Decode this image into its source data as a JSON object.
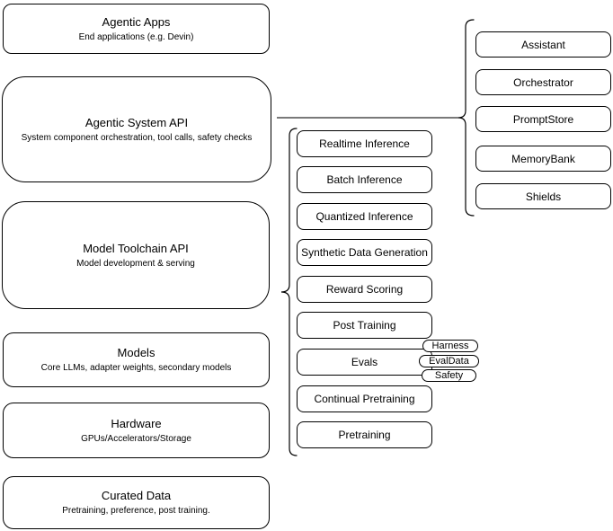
{
  "colors": {
    "shape_stroke": "#000000",
    "connector_line": "#4d4d4d",
    "background": "#ffffff",
    "text": "#000000"
  },
  "left_column": [
    {
      "title": "Agentic Apps",
      "subtitle": "End applications (e.g. Devin)"
    },
    {
      "title": "Agentic System API",
      "subtitle": "System component orchestration, tool calls, safety checks"
    },
    {
      "title": "Model Toolchain API",
      "subtitle": "Model development & serving"
    },
    {
      "title": "Models",
      "subtitle": "Core LLMs, adapter weights, secondary models"
    },
    {
      "title": "Hardware",
      "subtitle": "GPUs/Accelerators/Storage"
    },
    {
      "title": "Curated Data",
      "subtitle": "Pretraining, preference, post training."
    }
  ],
  "toolchain_group": [
    {
      "label": "Realtime Inference"
    },
    {
      "label": "Batch Inference"
    },
    {
      "label": "Quantized Inference"
    },
    {
      "label": "Synthetic Data Generation"
    },
    {
      "label": "Reward Scoring"
    },
    {
      "label": "Post Training"
    },
    {
      "label": "Evals"
    },
    {
      "label": "Continual Pretraining"
    },
    {
      "label": "Pretraining"
    }
  ],
  "evals_tags": [
    {
      "label": "Harness"
    },
    {
      "label": "EvalData"
    },
    {
      "label": "Safety"
    }
  ],
  "system_group": [
    {
      "label": "Assistant"
    },
    {
      "label": "Orchestrator"
    },
    {
      "label": "PromptStore"
    },
    {
      "label": "MemoryBank"
    },
    {
      "label": "Shields"
    }
  ]
}
